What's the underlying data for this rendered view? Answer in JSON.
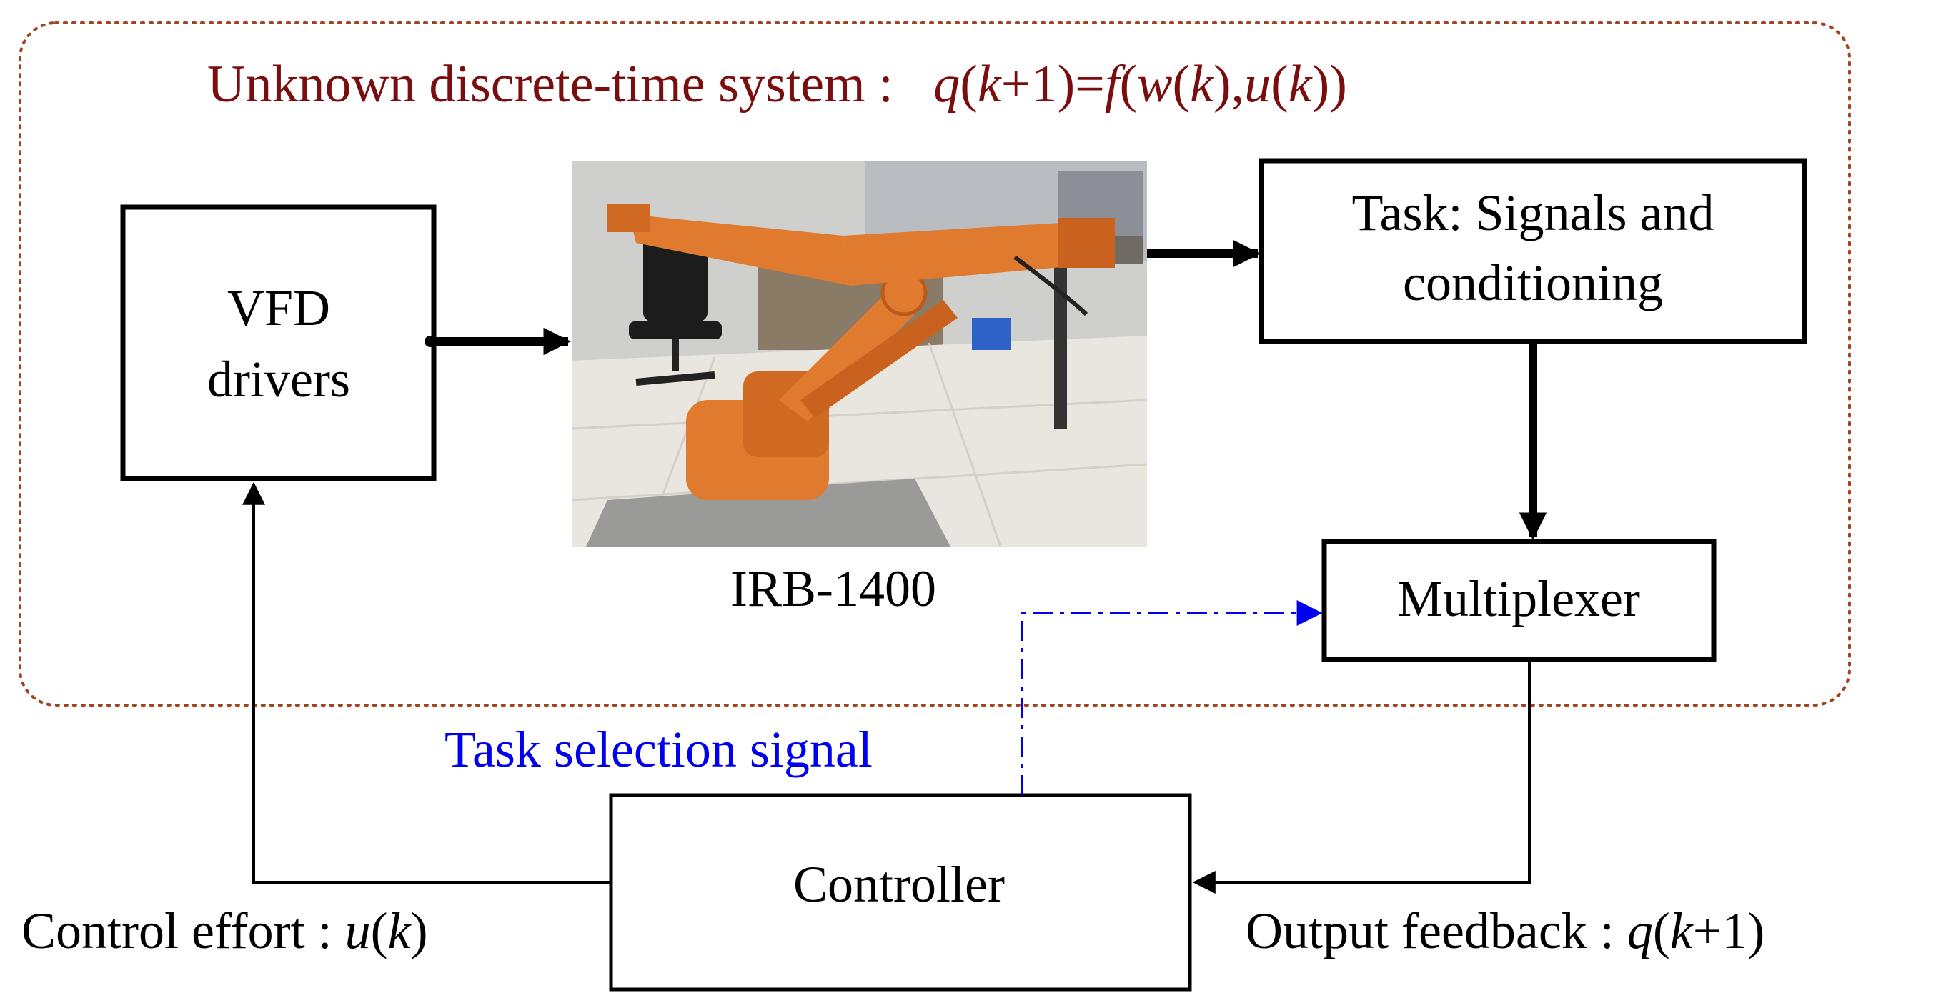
{
  "colors": {
    "system_border": "#a0441f",
    "system_title": "#7a0d0d",
    "box_stroke": "#000000",
    "task_signal": "#0000ee",
    "text": "#000000",
    "robot_orange": "#e07a2e",
    "floor": "#e9e6df",
    "wall": "#d8d6d0"
  },
  "system": {
    "title_prefix": "Unknown discrete-time system :",
    "title_equation": {
      "q": "q",
      "k": "k",
      "plus_one": "+1)=",
      "f": "f",
      "w": "w",
      "u": "u"
    }
  },
  "blocks": {
    "vfd": {
      "line1": "VFD",
      "line2": "drivers"
    },
    "task": {
      "line1": "Task: Signals and",
      "line2": "conditioning"
    },
    "multiplexer": {
      "label": "Multiplexer"
    },
    "controller": {
      "label": "Controller"
    }
  },
  "robot": {
    "label": "IRB-1400",
    "icon": "industrial-robot-photo"
  },
  "signals": {
    "task_selection": "Task selection signal",
    "control_effort_prefix": "Control effort : ",
    "control_effort_var": "u",
    "control_effort_arg": "k",
    "output_feedback_prefix": "Output feedback : ",
    "output_feedback_var": "q",
    "output_feedback_arg": "k",
    "output_feedback_suffix": "+1)"
  }
}
